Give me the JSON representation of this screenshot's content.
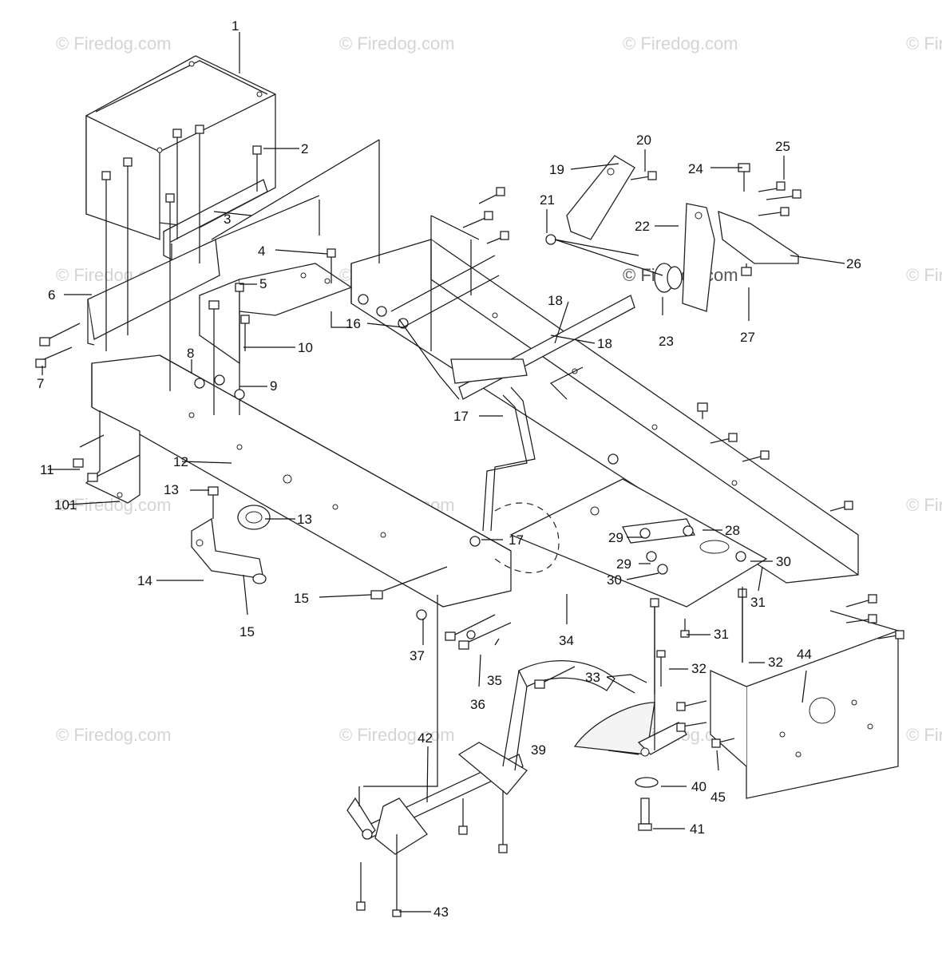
{
  "watermark": "© Firedog.com",
  "callouts": [
    "1",
    "2",
    "3",
    "4",
    "5",
    "6",
    "7",
    "8",
    "9",
    "10",
    "11",
    "101",
    "12",
    "13",
    "13",
    "14",
    "15",
    "15",
    "16",
    "17",
    "17",
    "18",
    "18",
    "19",
    "20",
    "21",
    "22",
    "23",
    "24",
    "25",
    "26",
    "27",
    "28",
    "29",
    "29",
    "30",
    "30",
    "31",
    "31",
    "32",
    "32",
    "33",
    "34",
    "35",
    "36",
    "37",
    "39",
    "40",
    "41",
    "42",
    "43",
    "44",
    "45"
  ]
}
